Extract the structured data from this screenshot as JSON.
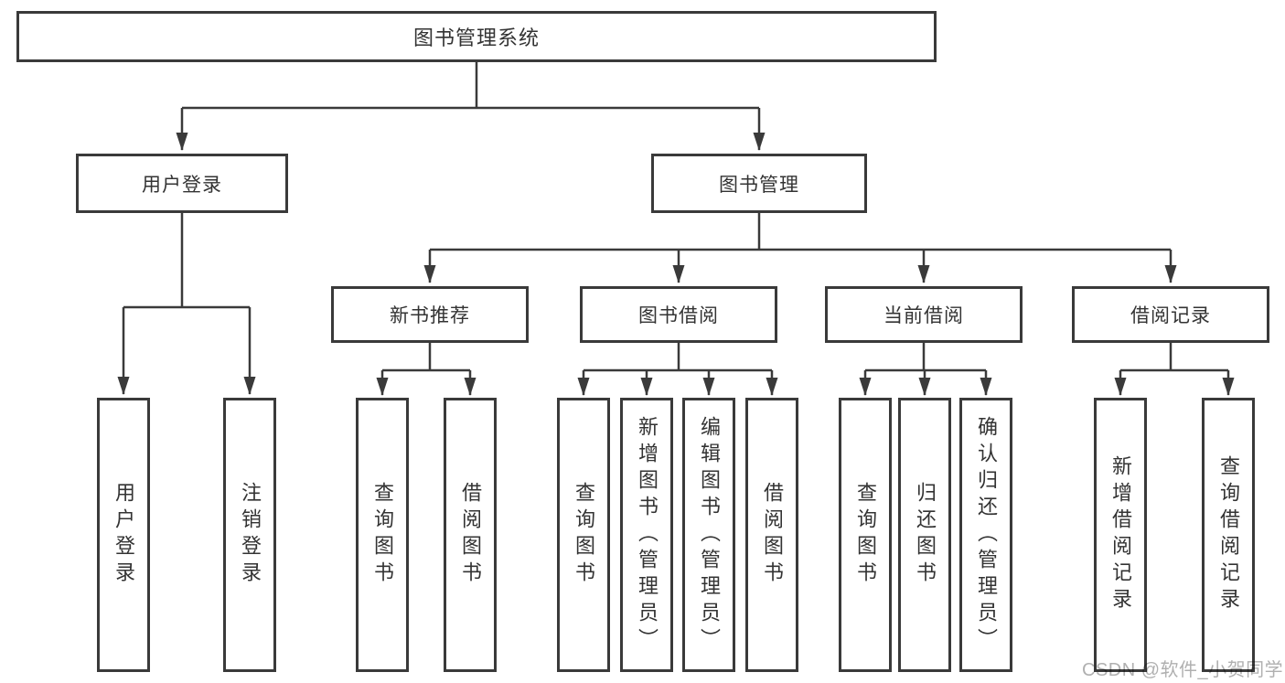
{
  "colors": {
    "line": "#3a3a3a",
    "box_border": "#3a3a3a",
    "box_fill": "#ffffff",
    "text": "#333333",
    "watermark_text": "#b0b0b0"
  },
  "watermark": "CSDN @软件_小贺同学",
  "tree": {
    "root": "图书管理系统",
    "branches": [
      {
        "label": "用户登录",
        "children": [
          "用户登录",
          "注销登录"
        ]
      },
      {
        "label": "图书管理",
        "groups": [
          {
            "label": "新书推荐",
            "children": [
              "查询图书",
              "借阅图书"
            ]
          },
          {
            "label": "图书借阅",
            "children": [
              "查询图书",
              "新增图书（管理员）",
              "编辑图书（管理员）",
              "借阅图书"
            ]
          },
          {
            "label": "当前借阅",
            "children": [
              "查询图书",
              "归还图书",
              "确认归还（管理员）"
            ]
          },
          {
            "label": "借阅记录",
            "children": [
              "新增借阅记录",
              "查询借阅记录"
            ]
          }
        ]
      }
    ]
  }
}
